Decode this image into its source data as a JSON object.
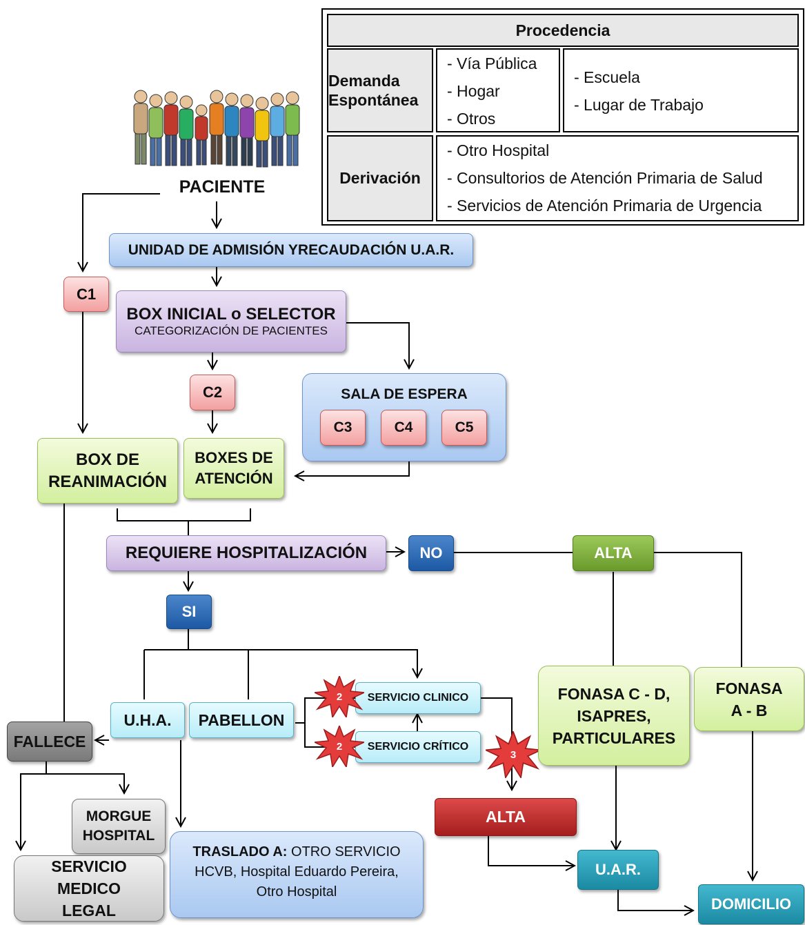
{
  "procedencia": {
    "title": "Procedencia",
    "demanda_label": "Demanda Espontánea",
    "demanda_col1": [
      "- Vía Pública",
      "- Hogar",
      "- Otros"
    ],
    "demanda_col2": [
      "- Escuela",
      "- Lugar de Trabajo"
    ],
    "derivacion_label": "Derivación",
    "derivacion_items": [
      "- Otro Hospital",
      "- Consultorios de Atención Primaria de Salud",
      "- Servicios de Atención Primaria de Urgencia"
    ]
  },
  "nodes": {
    "paciente": "PACIENTE",
    "uar_top": "UNIDAD DE ADMISIÓN YRECAUDACIÓN U.A.R.",
    "c1": "C1",
    "box_inicial": "BOX INICIAL o SELECTOR",
    "box_inicial_sub": "CATEGORIZACIÓN DE PACIENTES",
    "c2": "C2",
    "sala_espera": "SALA DE ESPERA",
    "c3": "C3",
    "c4": "C4",
    "c5": "C5",
    "box_reanimacion": "BOX DE REANIMACIÓN",
    "boxes_atencion": "BOXES DE ATENCIÓN",
    "requiere": "REQUIERE HOSPITALIZACIÓN",
    "no": "NO",
    "alta_green": "ALTA",
    "si": "SI",
    "uha": "U.H.A.",
    "pabellon": "PABELLON",
    "servicio_clinico": "SERVICIO CLINICO",
    "servicio_critico": "SERVICIO CRÍTICO",
    "badge_2a": "2",
    "badge_2b": "2",
    "badge_3": "3",
    "fonasa_cd": "FONASA C - D, ISAPRES, PARTICULARES",
    "fonasa_ab": "FONASA A - B",
    "fallece": "FALLECE",
    "morgue": "MORGUE HOSPITAL",
    "medico_legal": "SERVICIO MEDICO LEGAL",
    "traslado_bold": "TRASLADO A:",
    "traslado_rest": "OTRO SERVICIO HCVB, Hospital Eduardo Pereira, Otro Hospital",
    "alta_red": "ALTA",
    "uar_bottom": "U.A.R.",
    "domicilio": "DOMICILIO"
  }
}
